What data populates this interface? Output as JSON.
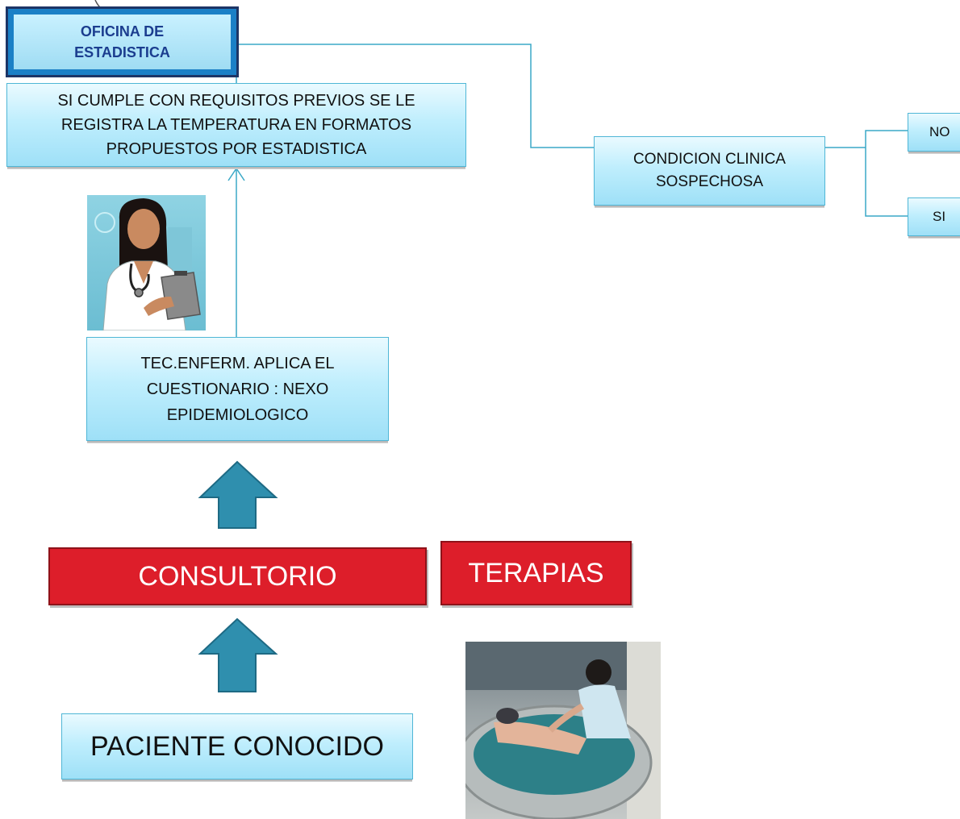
{
  "boxes": {
    "oficina": "OFICINA DE ESTADISTICA",
    "registro": "SI CUMPLE CON REQUISITOS PREVIOS SE LE REGISTRA LA TEMPERATURA EN FORMATOS PROPUESTOS POR ESTADISTICA",
    "condicion": "CONDICION CLINICA SOSPECHOSA",
    "no": "NO",
    "si": "SI",
    "tecnico": "TEC.ENFERM. APLICA EL CUESTIONARIO : NEXO EPIDEMIOLOGICO",
    "consultorio": "CONSULTORIO",
    "terapias": "TERAPIAS",
    "paciente": "PACIENTE CONOCIDO"
  },
  "images": {
    "doctor": "doctor-illustration",
    "therapy": "hydrotherapy-photo"
  },
  "colors": {
    "header_box": "#1b80c6",
    "red_box": "#dd1e2a",
    "arrow": "#2f8fae",
    "connector": "#3aa8c7"
  }
}
